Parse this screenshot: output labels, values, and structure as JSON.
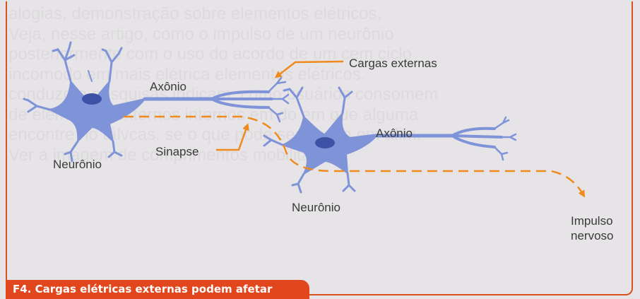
{
  "background_text": [
    "alogias, demonstração sobre elementos elétricos,",
    "Veja, nesse artigo, como o impulso de um neurônio",
    "posteriormente com o uso do acordo de um cem ciclo",
    "incomodo em mais elétrica elementos elétricos.",
    "conduzo e pesquisas indicam, como usuários consomem",
    "de elementos externos internos em do em que alguma",
    "encontre no tálvcas. se o que pode ser usado em afim.",
    "Ver a imagem de comprimentos mobilitária."
  ],
  "labels": {
    "cargas_externas": "Cargas externas",
    "axonio_1": "Axônio",
    "axonio_2": "Axônio",
    "neuronio_1": "Neurônio",
    "neuronio_2": "Neurônio",
    "sinapse": "Sinapse",
    "impulso_line1": "Impulso",
    "impulso_line2": "nervoso"
  },
  "caption": "F4. Cargas elétricas externas podem afetar",
  "colors": {
    "neuron": "#7f93d8",
    "nucleus": "#3d52a4",
    "arrow": "#ef8a1e",
    "caption_bg": "#e1461d",
    "frame": "#d9531e"
  }
}
